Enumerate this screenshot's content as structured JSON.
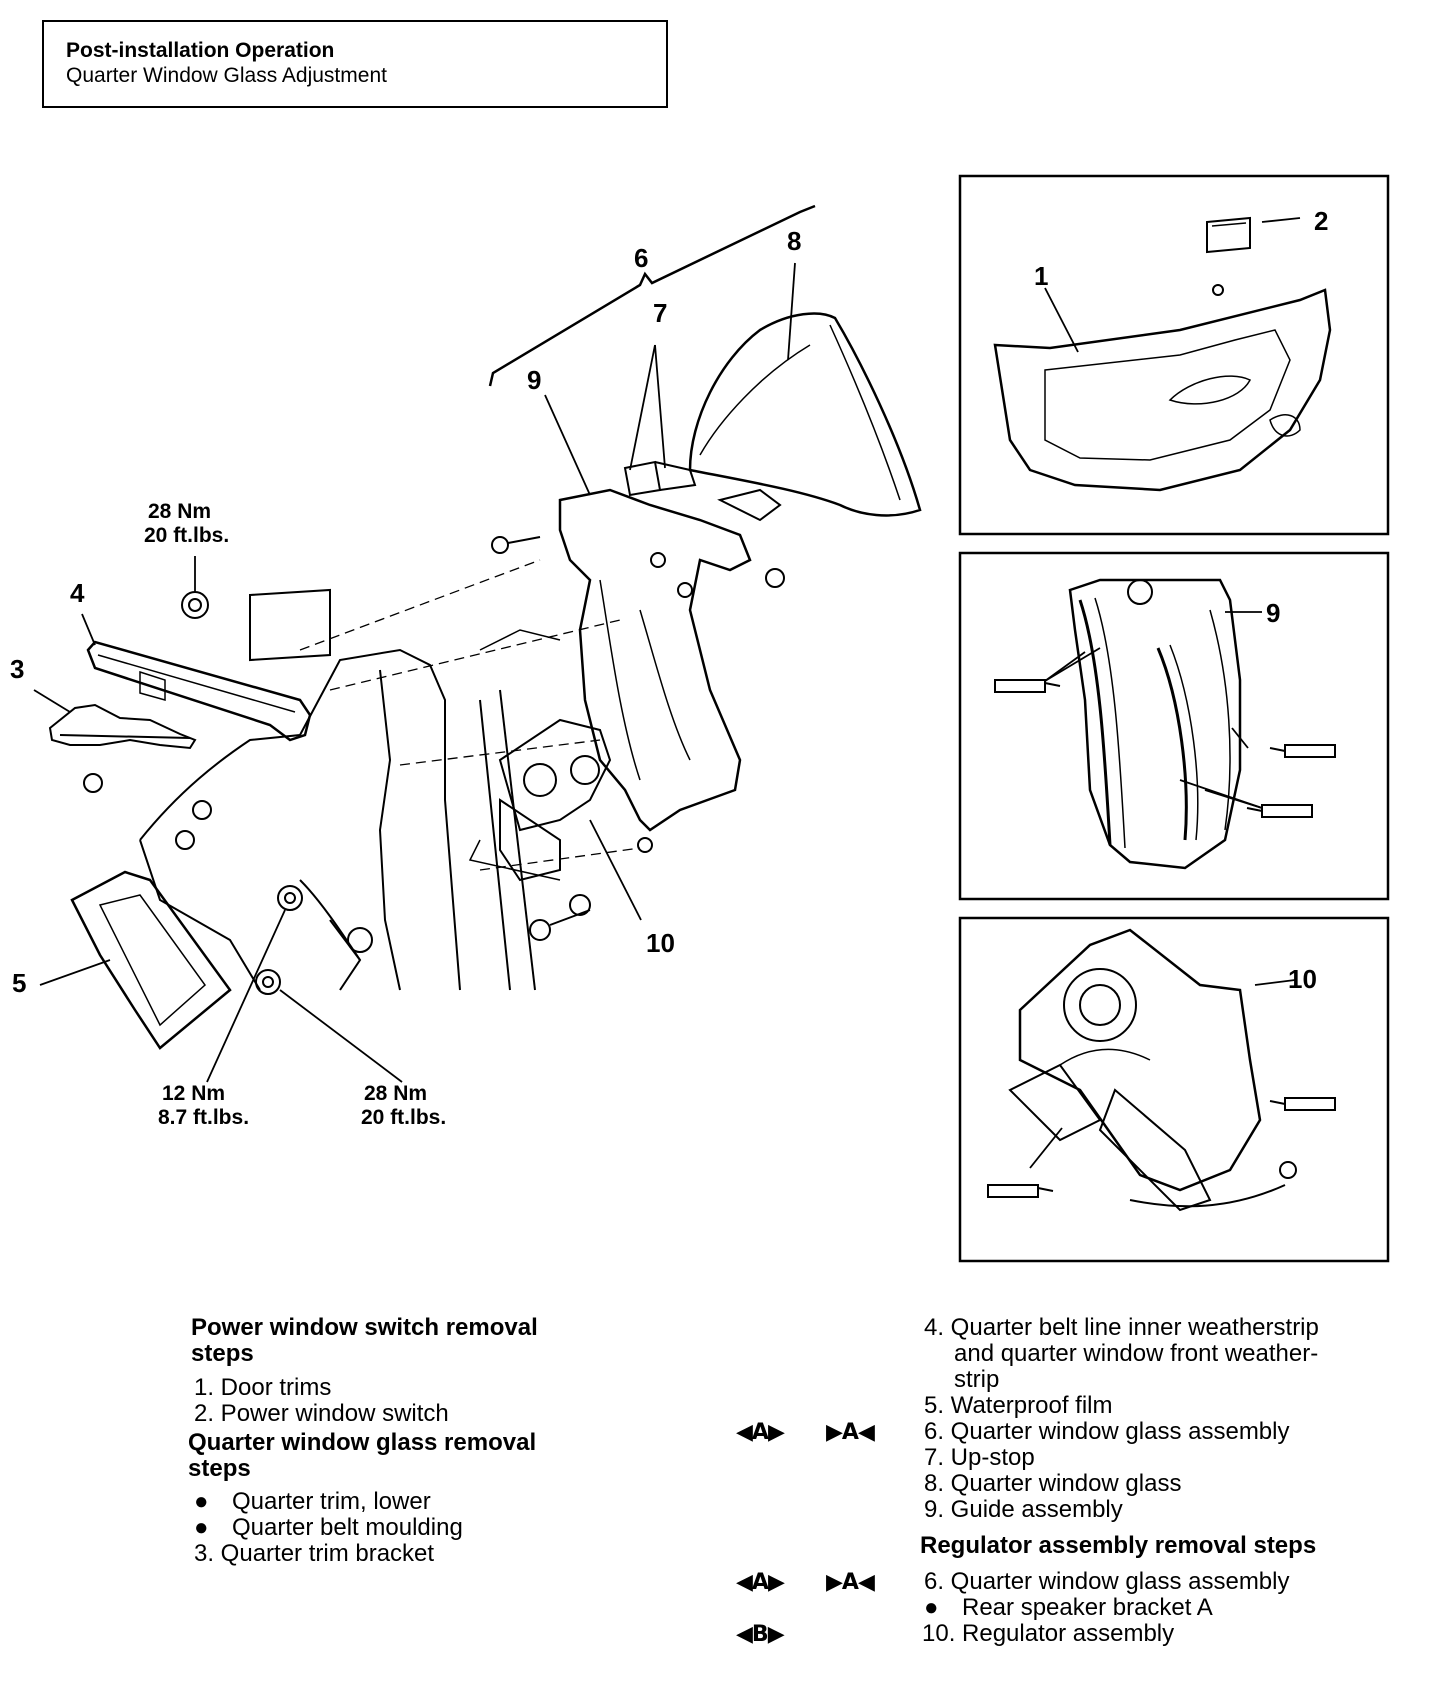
{
  "header": {
    "title": "Post-installation Operation",
    "subtitle": "Quarter Window Glass Adjustment"
  },
  "callouts": {
    "n1": "1",
    "n2": "2",
    "n3": "3",
    "n4": "4",
    "n5": "5",
    "n6": "6",
    "n7": "7",
    "n8": "8",
    "n9": "9",
    "n9b": "9",
    "n10": "10",
    "n10b": "10"
  },
  "torques": {
    "t1_nm": "28 Nm",
    "t1_ft": "20 ft.lbs.",
    "t2_nm": "12 Nm",
    "t2_ft": "8.7 ft.lbs.",
    "t3_nm": "28 Nm",
    "t3_ft": "20 ft.lbs."
  },
  "steps_left": {
    "switch_heading_1": "Power window switch removal",
    "switch_heading_2": "steps",
    "s1": "1. Door trims",
    "s2": "2. Power window switch",
    "glass_heading_1": "Quarter window glass removal",
    "glass_heading_2": "steps",
    "g1": "Quarter trim, lower",
    "g2": "Quarter belt moulding",
    "g3": "3. Quarter trim bracket"
  },
  "steps_right": {
    "r4a": "4. Quarter belt line inner weatherstrip",
    "r4b": "and quarter window front weather-",
    "r4c": "strip",
    "r5": "5. Waterproof film",
    "r6": "6. Quarter window glass assembly",
    "r7": "7. Up-stop",
    "r8": "8. Quarter window glass",
    "r9": "9. Guide assembly",
    "reg_heading": "Regulator assembly removal steps",
    "q6": "6. Quarter window glass assembly",
    "q_bullet": "Rear speaker bracket A",
    "q10": "10. Regulator assembly"
  },
  "markers": {
    "removal_a": "◀A▶",
    "install_a": "▶A◀",
    "removal_b": "◀B▶"
  }
}
